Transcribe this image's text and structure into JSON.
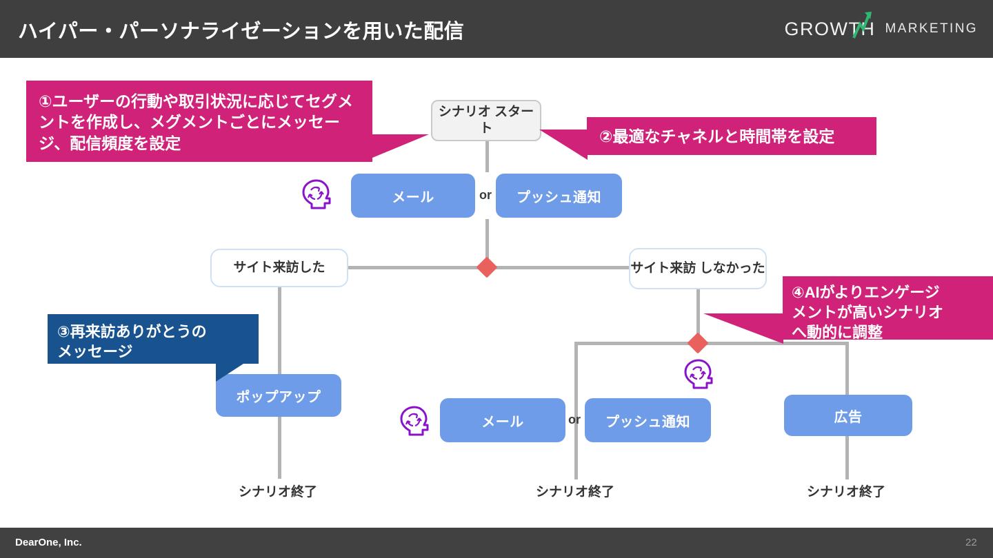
{
  "header": {
    "title": "ハイパー・パーソナライゼーションを用いた配信",
    "logo_growth": "GROWTH",
    "logo_marketing": "MARKETING",
    "bg_color": "#3f3f3f",
    "accent_green": "#2eb872"
  },
  "footer": {
    "company": "DearOne, Inc.",
    "page_number": "22",
    "bg_color": "#414141"
  },
  "colors": {
    "pink": "#cf2278",
    "blue_dark": "#19538f",
    "blue_action": "#6f9ce8",
    "diamond": "#e8615c",
    "line": "#b3b3b3",
    "cond_border": "#cfe1f2",
    "start_bg": "#f2f2f2"
  },
  "flow": {
    "start_node": "シナリオ\nスタート",
    "or_label_top": "or",
    "or_label_bottom": "or",
    "actions_top": [
      {
        "label": "メール"
      },
      {
        "label": "プッシュ通知"
      }
    ],
    "conditions": [
      {
        "label": "サイト来訪した"
      },
      {
        "label": "サイト来訪\nしなかった"
      }
    ],
    "actions_bottom_left": [
      {
        "label": "ポップアップ"
      }
    ],
    "actions_bottom_right": [
      {
        "label": "メール"
      },
      {
        "label": "プッシュ通知"
      },
      {
        "label": "広告"
      }
    ],
    "end_labels": [
      {
        "label": "シナリオ終了"
      },
      {
        "label": "シナリオ終了"
      },
      {
        "label": "シナリオ終了"
      }
    ],
    "ai_icon_name": "ai-head-icon"
  },
  "callouts": [
    {
      "id": "callout-1",
      "text": "①ユーザーの行動や取引状況に応じてセグメントを作成し、メグメントごとにメッセージ、配信頻度を設定",
      "color": "#cf2278"
    },
    {
      "id": "callout-2",
      "text": "②最適なチャネルと時間帯を設定",
      "color": "#cf2278"
    },
    {
      "id": "callout-3",
      "text": "③再来訪ありがとうの\nメッセージ",
      "color": "#19538f"
    },
    {
      "id": "callout-4",
      "text": "④AIがよりエンゲージ\nメントが高いシナリオ\nへ動的に調整",
      "color": "#cf2278"
    }
  ]
}
